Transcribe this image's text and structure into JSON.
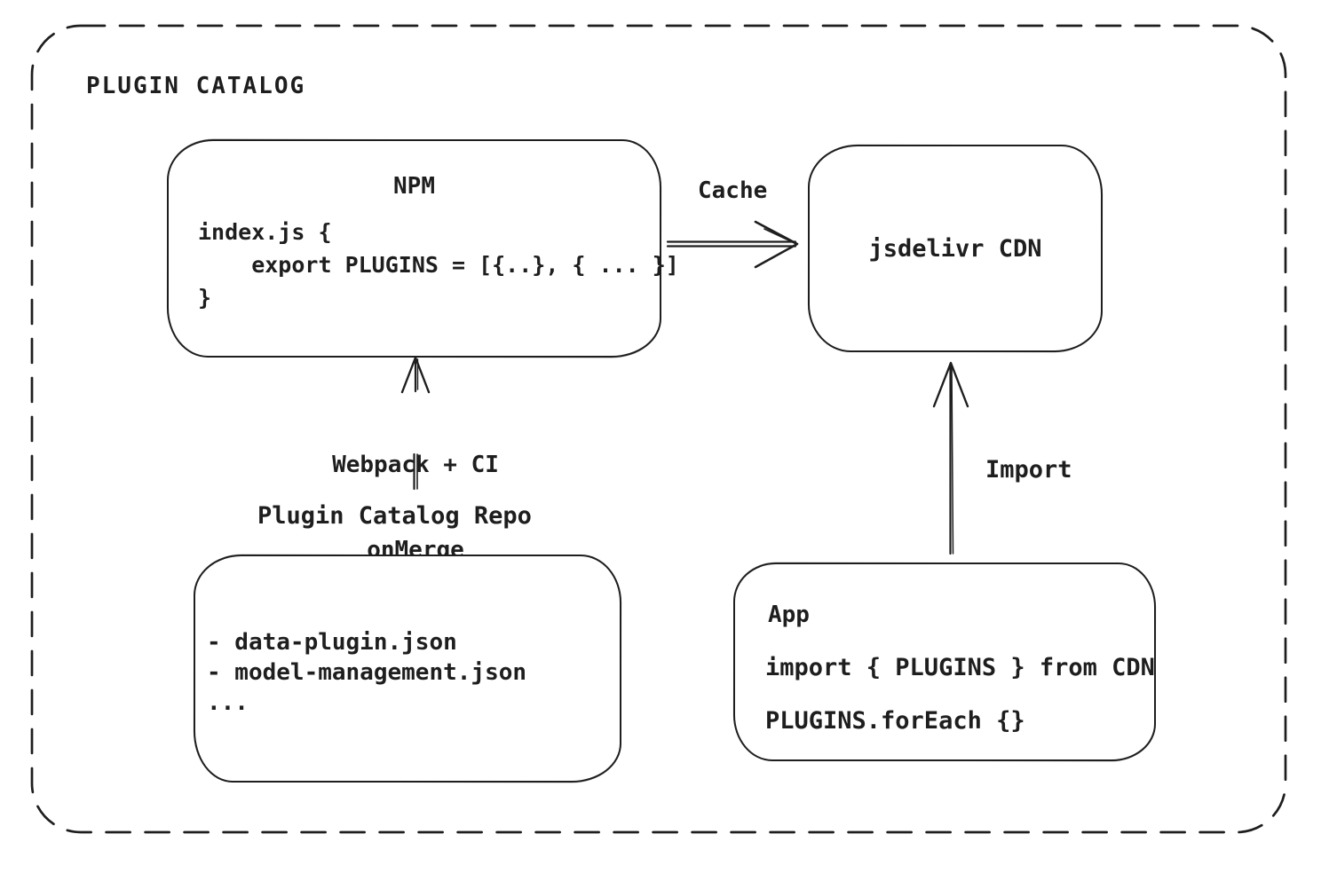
{
  "diagram": {
    "title": "PLUGIN CATALOG"
  },
  "nodes": {
    "npm": {
      "title": "NPM",
      "code_lines": [
        "index.js {",
        "    export PLUGINS = [{..}, { ... }]",
        "}"
      ]
    },
    "cdn": {
      "title": "jsdelivr CDN"
    },
    "repo": {
      "label": "Plugin Catalog Repo",
      "files": [
        "- data-plugin.json",
        "- model-management.json",
        "..."
      ]
    },
    "app": {
      "title": "App",
      "code_lines": [
        "import { PLUGINS } from CDN",
        "PLUGINS.forEach {}"
      ]
    }
  },
  "edges": {
    "cache": {
      "label": "Cache",
      "from": "NPM",
      "to": "jsdelivr CDN"
    },
    "build": {
      "label_lines": [
        "Webpack + CI",
        "onMerge"
      ],
      "from": "Plugin Catalog Repo",
      "to": "NPM"
    },
    "import": {
      "label": "Import",
      "from": "App",
      "to": "jsdelivr CDN"
    }
  },
  "colors": {
    "stroke": "#1e1e1e",
    "background": "#ffffff"
  }
}
